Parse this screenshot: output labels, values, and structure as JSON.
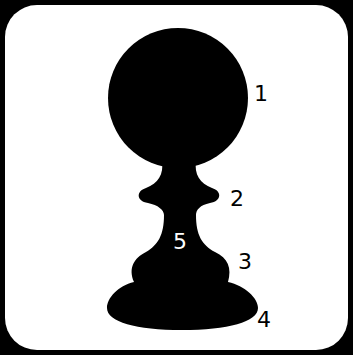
{
  "diagram": {
    "labels": [
      "1",
      "2",
      "5",
      "3",
      "4"
    ]
  }
}
